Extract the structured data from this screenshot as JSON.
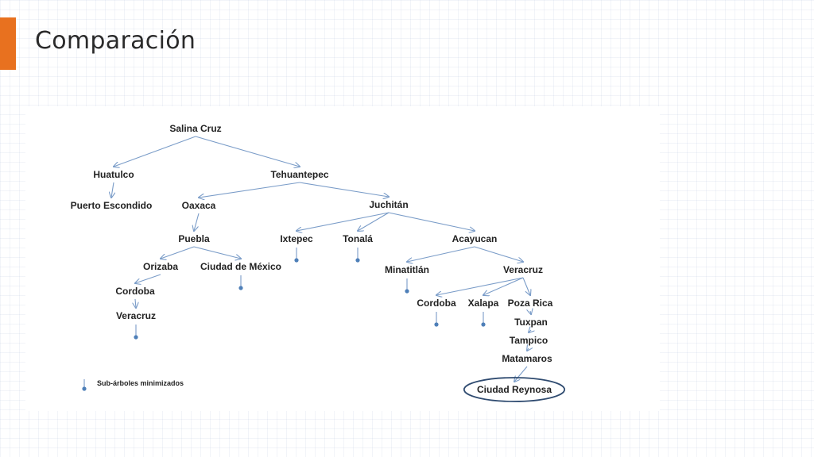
{
  "slide": {
    "title": "Comparación",
    "accent_color": "#e8711f"
  },
  "diagram": {
    "edge_color": "#7a9cc8",
    "dot_color": "#4e7fb8",
    "highlight_color": "#2f4b70",
    "nodes": [
      {
        "id": "salina-cruz",
        "label": "Salina Cruz"
      },
      {
        "id": "huatulco",
        "label": "Huatulco"
      },
      {
        "id": "tehuantepec",
        "label": "Tehuantepec"
      },
      {
        "id": "puerto-escondido",
        "label": "Puerto Escondido"
      },
      {
        "id": "oaxaca",
        "label": "Oaxaca"
      },
      {
        "id": "juchitan",
        "label": "Juchitán"
      },
      {
        "id": "puebla",
        "label": "Puebla"
      },
      {
        "id": "ixtepec",
        "label": "Ixtepec"
      },
      {
        "id": "tonala",
        "label": "Tonalá"
      },
      {
        "id": "acayucan",
        "label": "Acayucan"
      },
      {
        "id": "orizaba",
        "label": "Orizaba"
      },
      {
        "id": "ciudad-de-mexico",
        "label": "Ciudad de México"
      },
      {
        "id": "minatitlan",
        "label": "Minatitlán"
      },
      {
        "id": "veracruz-r",
        "label": "Veracruz"
      },
      {
        "id": "cordoba-l",
        "label": "Cordoba"
      },
      {
        "id": "veracruz-l",
        "label": "Veracruz"
      },
      {
        "id": "cordoba-r",
        "label": "Cordoba"
      },
      {
        "id": "xalapa",
        "label": "Xalapa"
      },
      {
        "id": "poza-rica",
        "label": "Poza Rica"
      },
      {
        "id": "tuxpan",
        "label": "Tuxpan"
      },
      {
        "id": "tampico",
        "label": "Tampico"
      },
      {
        "id": "matamaros",
        "label": "Matamaros"
      },
      {
        "id": "ciudad-reynosa",
        "label": "Ciudad Reynosa",
        "highlight": true
      }
    ],
    "edges": [
      [
        "salina-cruz",
        "huatulco"
      ],
      [
        "salina-cruz",
        "tehuantepec"
      ],
      [
        "huatulco",
        "puerto-escondido"
      ],
      [
        "tehuantepec",
        "oaxaca"
      ],
      [
        "tehuantepec",
        "juchitan"
      ],
      [
        "oaxaca",
        "puebla"
      ],
      [
        "juchitan",
        "ixtepec"
      ],
      [
        "juchitan",
        "tonala"
      ],
      [
        "juchitan",
        "acayucan"
      ],
      [
        "puebla",
        "orizaba"
      ],
      [
        "puebla",
        "ciudad-de-mexico"
      ],
      [
        "acayucan",
        "minatitlan"
      ],
      [
        "acayucan",
        "veracruz-r"
      ],
      [
        "orizaba",
        "cordoba-l"
      ],
      [
        "cordoba-l",
        "veracruz-l"
      ],
      [
        "veracruz-r",
        "cordoba-r"
      ],
      [
        "veracruz-r",
        "xalapa"
      ],
      [
        "veracruz-r",
        "poza-rica"
      ],
      [
        "poza-rica",
        "tuxpan"
      ],
      [
        "tuxpan",
        "tampico"
      ],
      [
        "tampico",
        "matamaros"
      ],
      [
        "matamaros",
        "ciudad-reynosa"
      ]
    ],
    "minimized_subtrees": [
      "ixtepec",
      "tonala",
      "ciudad-de-mexico",
      "minatitlan",
      "veracruz-l",
      "cordoba-r",
      "xalapa"
    ],
    "legend": {
      "label": "Sub-árboles minimizados"
    }
  }
}
